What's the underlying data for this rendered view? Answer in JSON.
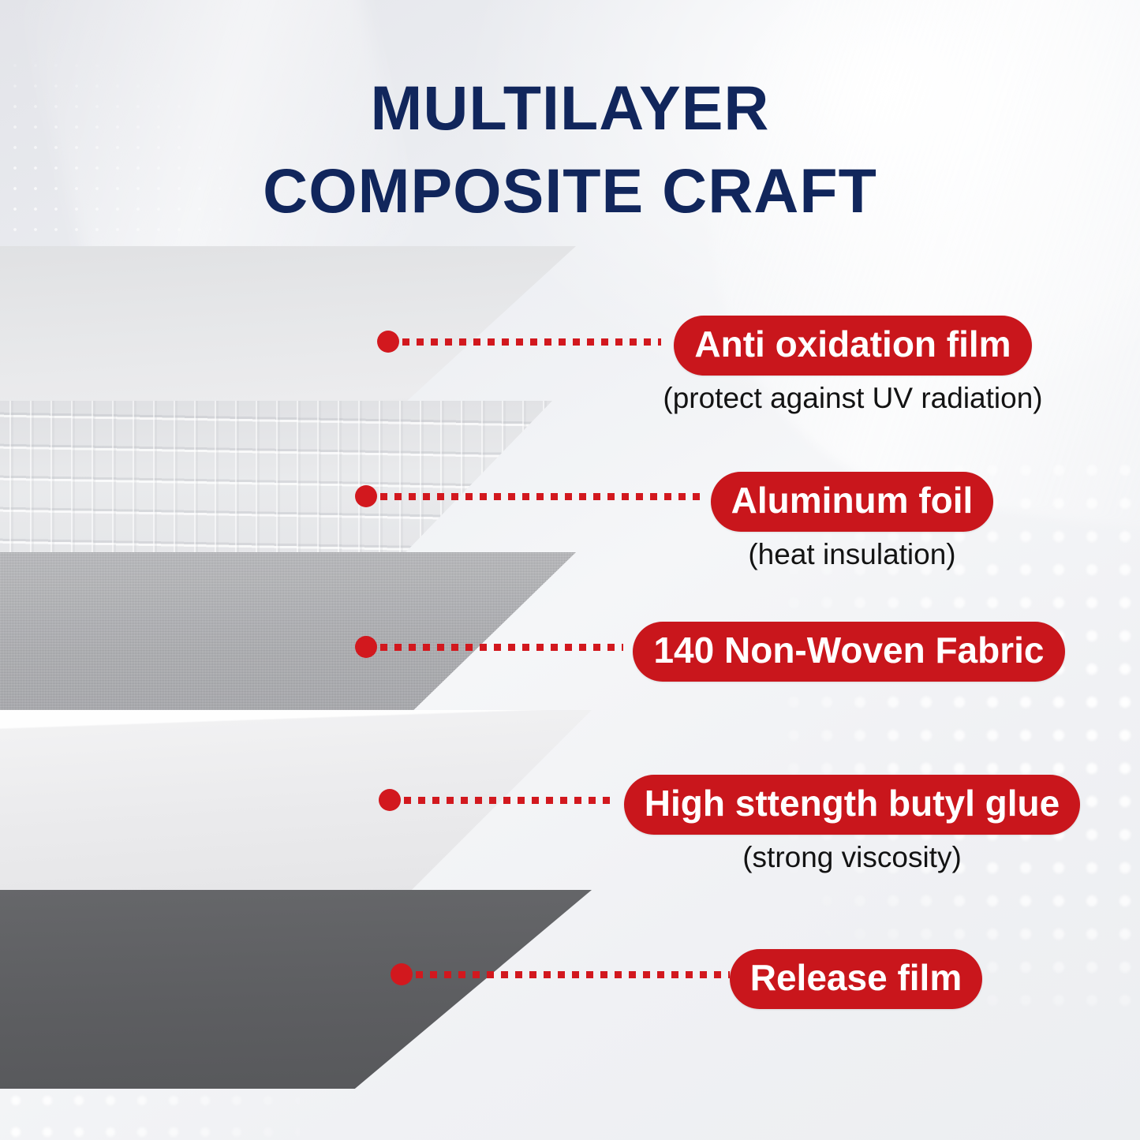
{
  "title": {
    "line1": "MULTILAYER",
    "line2": "COMPOSITE CRAFT"
  },
  "colors": {
    "title_navy": "#11265c",
    "pill_red": "#c9161c",
    "connector_red": "#d2181e",
    "subtitle_black": "#131313",
    "background_light": "#eceef2"
  },
  "layers": [
    {
      "id": "anti-oxidation-film",
      "label": "Anti oxidation film",
      "subtitle": "(protect against UV radiation)",
      "swatch": "#e7e8ea",
      "texture": "smooth-film"
    },
    {
      "id": "aluminum-foil",
      "label": "Aluminum foil",
      "subtitle": "(heat insulation)",
      "swatch": "#e4e5e8",
      "texture": "woven-grid"
    },
    {
      "id": "non-woven-fabric",
      "label": "140 Non-Woven Fabric",
      "subtitle": "",
      "swatch": "#a9aaae",
      "texture": "cloth"
    },
    {
      "id": "butyl-glue",
      "label": "High sttength butyl glue",
      "subtitle": "(strong viscosity)",
      "swatch": "#ebebed",
      "texture": "thick-slab"
    },
    {
      "id": "release-film",
      "label": "Release film",
      "subtitle": "",
      "swatch": "#5d5e61",
      "texture": "dark-sheet"
    }
  ]
}
